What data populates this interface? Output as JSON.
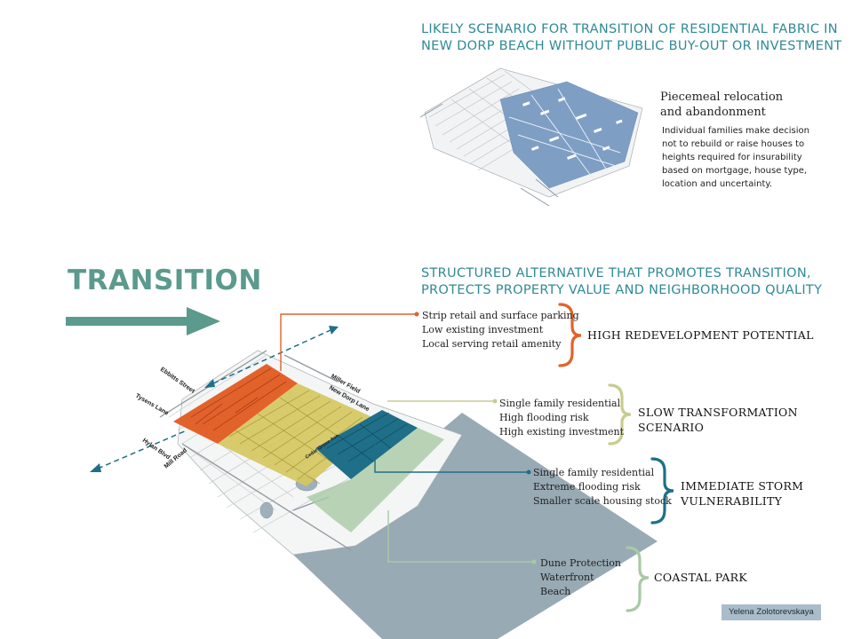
{
  "top": {
    "title_line1": "LIKELY SCENARIO FOR TRANSITION OF RESIDENTIAL FABRIC IN",
    "title_line2": "NEW DORP BEACH WITHOUT PUBLIC BUY-OUT OR INVESTMENT",
    "subtitle_line1": "Piecemeal relocation",
    "subtitle_line2": "and abandonment",
    "desc_lines": [
      "Individual families make decision",
      "not to rebuild or raise houses to",
      "heights required for insurability",
      "based on mortgage, house type,",
      "location and uncertainty."
    ]
  },
  "transition": {
    "label": "TRANSITION"
  },
  "bottom": {
    "title_line1": "STRUCTURED ALTERNATIVE THAT PROMOTES TRANSITION,",
    "title_line2": "PROTECTS PROPERTY VALUE AND NEIGHBORHOOD QUALITY"
  },
  "zones": [
    {
      "features": [
        "Strip retail and surface parking",
        "Low existing investment",
        "Local serving retail amenity"
      ],
      "category_lines": [
        "HIGH REDEVELOPMENT POTENTIAL"
      ],
      "color": "#e2622c"
    },
    {
      "features": [
        "Single family residential",
        "High flooding risk",
        "High existing investment"
      ],
      "category_lines": [
        "SLOW TRANSFORMATION",
        "SCENARIO"
      ],
      "color": "#c8cc8e"
    },
    {
      "features": [
        "Single family residential",
        "Extreme flooding risk",
        "Smaller scale housing stock"
      ],
      "category_lines": [
        "IMMEDIATE STORM",
        "VULNERABILITY"
      ],
      "color": "#1f6f88"
    },
    {
      "features": [
        "Dune Protection",
        "Waterfront",
        "Beach"
      ],
      "category_lines": [
        "COASTAL PARK"
      ],
      "color": "#a9c9a6"
    }
  ],
  "map_labels": {
    "ebbitts": "Ebbitts Street",
    "tysens": "Tysens Lane",
    "hylan": "Hylan Blvd",
    "mill": "Mill Road",
    "miller": "Miller Field",
    "newdorp": "New Dorp Lane",
    "cedar": "Cedar Grove Ave"
  },
  "credit": "Yelena Zolotorevskaya",
  "colors": {
    "title": "#2f8a96",
    "transition": "#5b9a8c",
    "water": "#8fa3ae"
  }
}
